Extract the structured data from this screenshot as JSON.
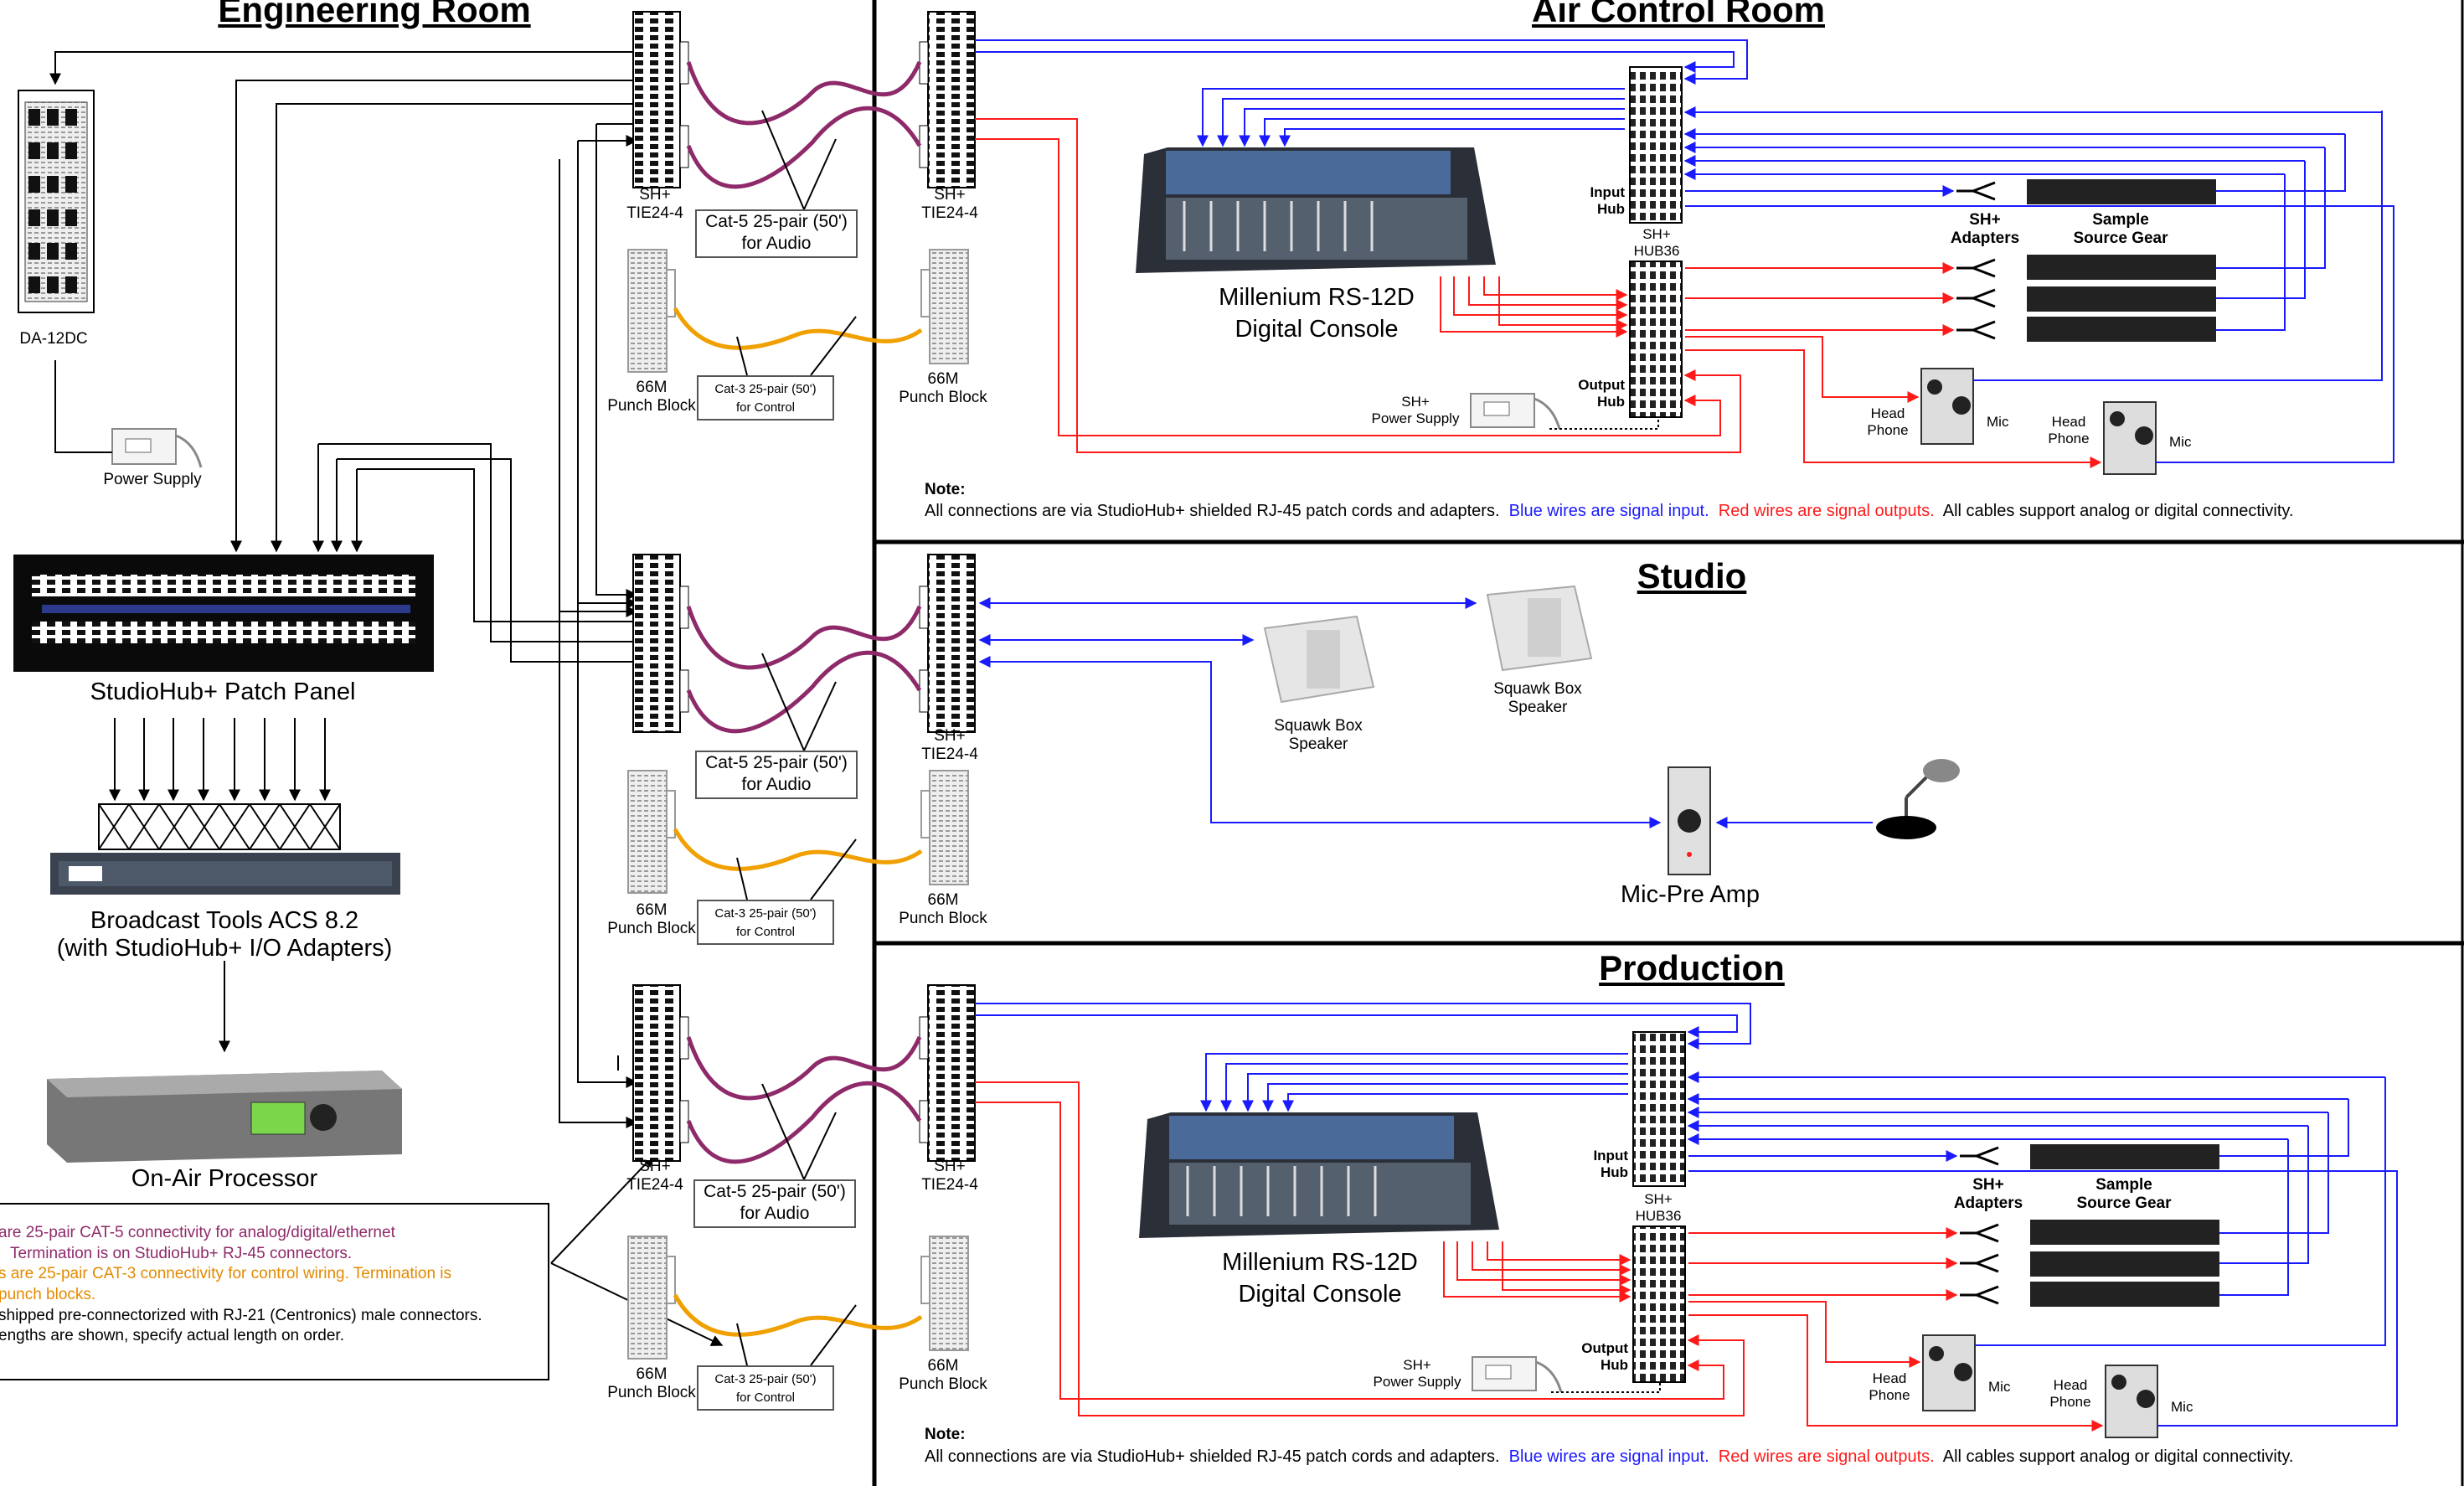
{
  "sections": {
    "engineering_title": "Engineering Room",
    "air_control_title": "Air Control Room",
    "studio_title": "Studio",
    "production_title": "Production"
  },
  "engineering": {
    "da12dc": "DA-12DC",
    "power_supply": "Power Supply",
    "patch_panel": "StudioHub+ Patch Panel",
    "acs_line1": "Broadcast Tools ACS 8.2",
    "acs_line2": "(with StudioHub+ I/O Adapters)",
    "onair": "On-Air Processor"
  },
  "blocks": {
    "sh_label": "SH+",
    "tie_label": "TIE24-4",
    "punch_66m": "66M",
    "punch_block": "Punch Block",
    "cat5_line1": "Cat-5 25-pair (50')",
    "cat5_line2": "for Audio",
    "cat3_line1": "Cat-3 25-pair (50')",
    "cat3_line2": "for Control"
  },
  "air": {
    "console_line1": "Millenium RS-12D",
    "console_line2": "Digital Console",
    "input_hub_1": "Input",
    "input_hub_2": "Hub",
    "sh_hub_1": "SH+",
    "sh_hub_2": "HUB36",
    "output_hub_1": "Output",
    "output_hub_2": "Hub",
    "sh_adapters_1": "SH+",
    "sh_adapters_2": "Adapters",
    "sample_1": "Sample",
    "sample_2": "Source Gear",
    "ps_1": "SH+",
    "ps_2": "Power Supply",
    "head_1": "Head",
    "head_2": "Phone",
    "mic": "Mic"
  },
  "note": {
    "title": "Note:",
    "part1": "All connections are via StudioHub+ shielded RJ-45 patch cords and adapters.",
    "part_blue": "Blue wires are signal input.",
    "part_red": "Red wires are signal outputs.",
    "part_end": "All cables support analog or digital connectivity."
  },
  "studio": {
    "squawk1_1": "Squawk Box",
    "squawk1_2": "Speaker",
    "squawk2_1": "Squawk Box",
    "squawk2_2": "Speaker",
    "micpre": "Mic-Pre Amp"
  },
  "legend": {
    "line1": "are 25-pair CAT-5 connectivity for analog/digital/ethernet",
    "line2": "Termination is on StudioHub+ RJ-45 connectors.",
    "line3": "s are 25-pair CAT-3 connectivity for control wiring.  Termination is",
    "line4": "punch blocks.",
    "line5": "shipped pre-connectorized with RJ-21 (Centronics) male connectors.",
    "line6": "engths are shown, specify actual length on order."
  },
  "colors": {
    "signal_input": "#1a1aff",
    "signal_output": "#ff1a1a",
    "cat5_cable": "#8e2a6a",
    "cat3_cable": "#f0a000"
  }
}
